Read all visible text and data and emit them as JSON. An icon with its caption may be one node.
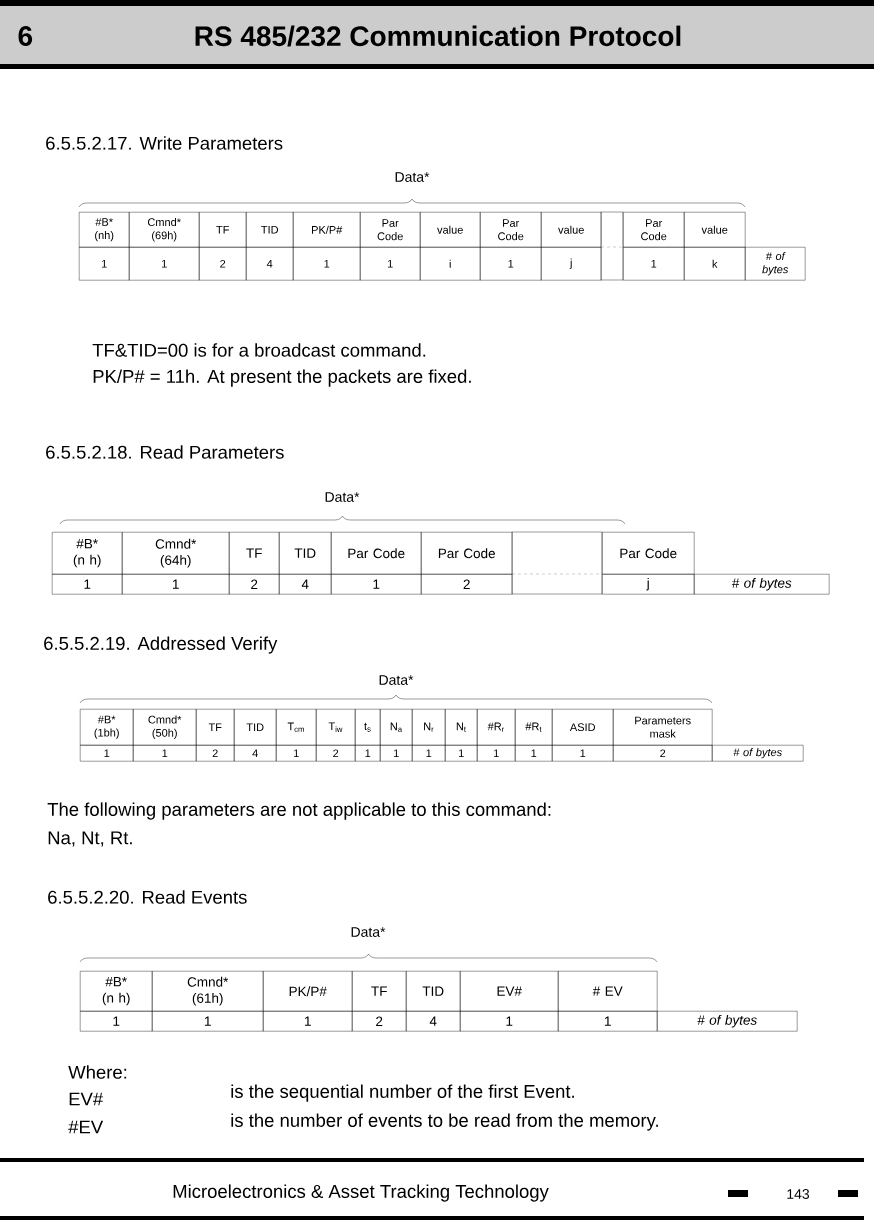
{
  "diagram": {
    "title": "RS 485/232 Communication Protocol",
    "labels": [
      "6",
      "6.5.5.2.17. Write Parameters",
      "Data*",
      "#B* (nh)",
      "Cmnd* (69h)",
      "TF",
      "TID",
      "PK/P#",
      "Par Code",
      "value",
      "Par Code",
      "value",
      "Par Code",
      "value",
      "1",
      "1",
      "2",
      "4",
      "1",
      "1",
      "i",
      "1",
      "j",
      "1",
      "k",
      "# of bytes",
      "TF&TID=00 is for a broadcast command.",
      "PK/P# = 11h. At present the packets are fixed.",
      "6.5.5.2.18. Read Parameters",
      "Data*",
      "#B* (n h)",
      "Cmnd* (64h)",
      "TF",
      "TID",
      "Par Code",
      "Par Code",
      "Par Code",
      "1",
      "1",
      "2",
      "4",
      "1",
      "2",
      "j",
      "# of bytes",
      "6.5.5.2.19. Addressed Verify",
      "Data*",
      "#B* (1bh)",
      "Cmnd* (50h)",
      "TF",
      "TID",
      "T$_{cm}$",
      "T$_{iw}$",
      "t$_{s}$",
      "N$_{a}$",
      "N$_{r}$",
      "N$_{t}$",
      "#R$_{r}$",
      "#R$_{t}$",
      "ASID",
      "Parameters mask",
      "1",
      "1",
      "2",
      "4",
      "1",
      "2",
      "1",
      "1",
      "1",
      "1",
      "1",
      "1",
      "1",
      "2",
      "# of bytes",
      "The following parameters are not applicable to this command:",
      "Na, Nt, Rt.",
      "6.5.5.2.20. Read Events",
      "Data*",
      "#B* (n h)",
      "Cmnd* (61h)",
      "PK/P#",
      "TF",
      "TID",
      "EV#",
      "# EV",
      "1",
      "1",
      "1",
      "2",
      "4",
      "1",
      "1",
      "# of bytes",
      "Where:",
      "EV#",
      "#EV",
      "is the sequential number of the first Event.",
      "is the number of events to be read from the memory.",
      "Microelectronics & Asset Tracking Technology",
      "143"
    ]
  }
}
